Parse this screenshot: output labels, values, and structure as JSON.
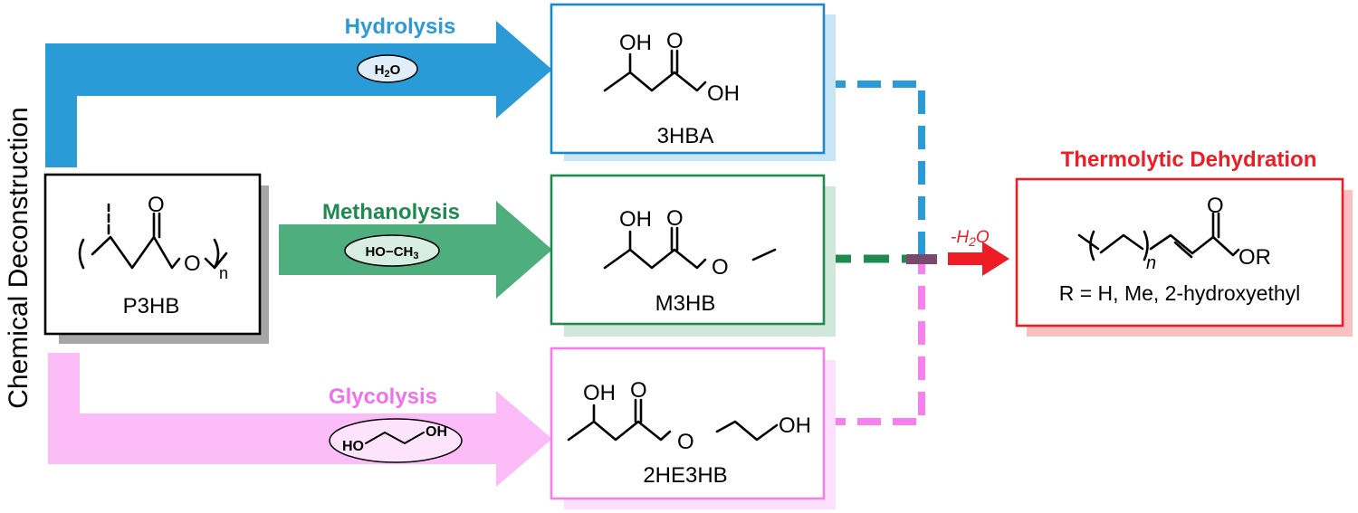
{
  "side_label": "Chemical Deconstruction",
  "routes": {
    "hydrolysis": {
      "label": "Hydrolysis",
      "color": "#2b9bd8",
      "reagent": "H2O"
    },
    "methanolysis": {
      "label": "Methanolysis",
      "color": "#1f8a4f",
      "reagent": "HO−CH3"
    },
    "glycolysis": {
      "label": "Glycolysis",
      "color": "#f071ea",
      "reagent": "ethylene glycol"
    },
    "dehydration": {
      "label": "Thermolytic Dehydration",
      "color": "#ee1c25",
      "reagent": "-H2O"
    }
  },
  "compounds": {
    "p3hb": "P3HB",
    "hba": "3HBA",
    "m3hb": "M3HB",
    "he3hb": "2HE3HB"
  },
  "product": {
    "r_groups": "R = H, Me, 2-hydroxyethyl"
  }
}
